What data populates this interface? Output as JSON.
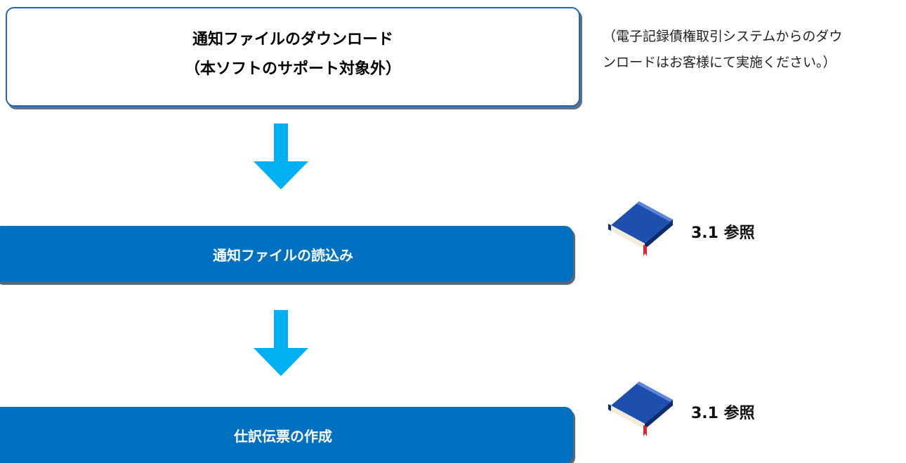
{
  "steps": [
    {
      "line1": "通知ファイルのダウンロード",
      "line2": "（本ソフトのサポート対象外）"
    },
    {
      "label": "通知ファイルの読込み"
    },
    {
      "label": "仕訳伝票の作成"
    }
  ],
  "note": {
    "line1": "（電子記録債権取引システムからのダウ",
    "line2": "ンロードはお客様にて実施ください。）"
  },
  "refs": [
    {
      "icon": "book-icon",
      "label": "3.1 参照"
    },
    {
      "icon": "book-icon",
      "label": "3.1 参照"
    }
  ],
  "colors": {
    "box_fill": "#0070c0",
    "box_border": "#1f67b5",
    "arrow": "#00b0f0",
    "book_cover": "#1f4fae"
  }
}
